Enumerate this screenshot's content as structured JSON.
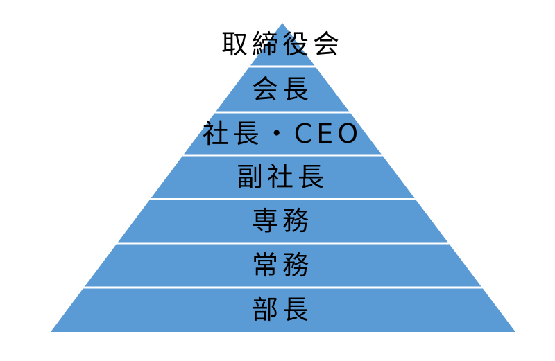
{
  "diagram": {
    "type": "pyramid",
    "levels": [
      {
        "label": "取締役会"
      },
      {
        "label": "会長"
      },
      {
        "label": "社長・CEO"
      },
      {
        "label": "副社長"
      },
      {
        "label": "専務"
      },
      {
        "label": "常務"
      },
      {
        "label": "部長"
      }
    ],
    "colors": {
      "fill": "#5B9BD5",
      "divider": "#FFFFFF",
      "text": "#000000",
      "background": "#FFFFFF"
    }
  }
}
